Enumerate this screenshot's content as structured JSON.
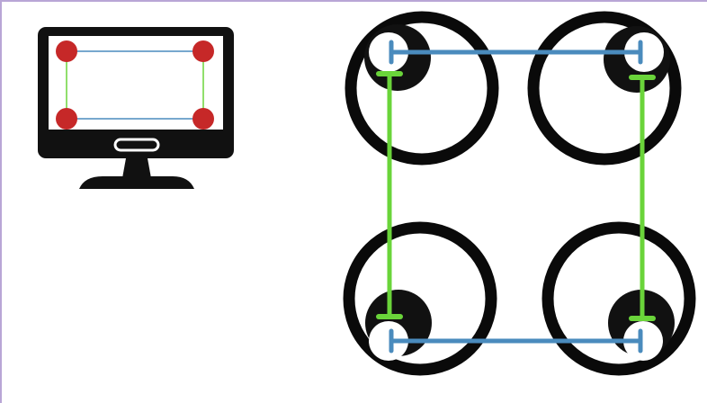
{
  "colors": {
    "frame_border": "#b9a6d6",
    "ink": "#111111",
    "ring": "#0a0a0a",
    "screen": "#ffffff",
    "marker_red": "#c62828",
    "horizontal_link": "#4a8bbd",
    "vertical_link": "#6ad43a"
  },
  "icons": {
    "monitor": "computer-monitor-icon",
    "marker": "red-dot-icon"
  },
  "diagram": {
    "monitor_markers": [
      "top-left",
      "top-right",
      "bottom-left",
      "bottom-right"
    ],
    "wheels": [
      "top-left",
      "top-right",
      "bottom-left",
      "bottom-right"
    ],
    "horizontal_links": [
      "top",
      "bottom"
    ],
    "vertical_links": [
      "left",
      "right"
    ]
  }
}
